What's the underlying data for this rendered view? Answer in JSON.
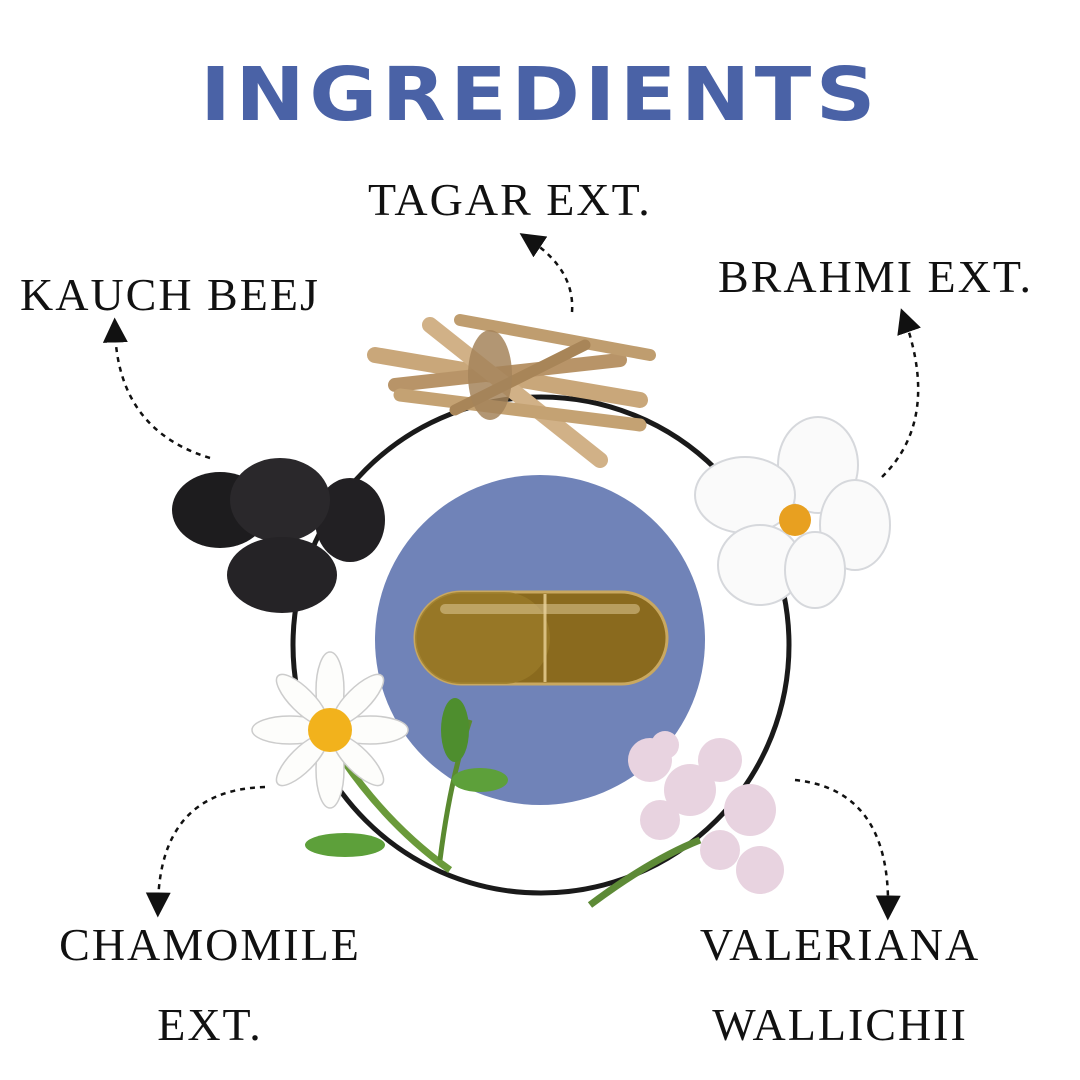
{
  "title": "INGREDIENTS",
  "ingredients": [
    {
      "label": "TAGAR EXT."
    },
    {
      "label": "KAUCH BEEJ"
    },
    {
      "label": "BRAHMI EXT."
    },
    {
      "label_line1": "CHAMOMILE",
      "label_line2": "EXT."
    },
    {
      "label_line1": "VALERIANA",
      "label_line2": "WALLICHII"
    }
  ],
  "colors": {
    "title": "#4a62a6",
    "center_circle": "#7083b8",
    "ring": "#1a1a1a"
  }
}
